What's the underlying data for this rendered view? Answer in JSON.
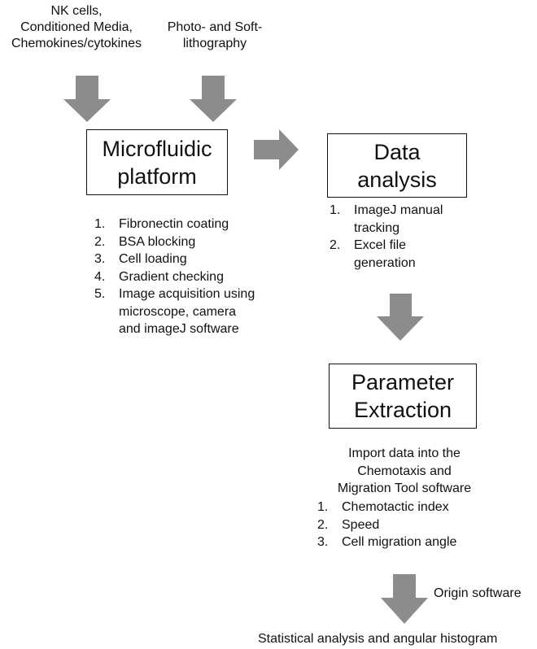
{
  "inputs": {
    "left_lines": [
      "NK cells,",
      "Conditioned Media,",
      "Chemokines/cytokines"
    ],
    "right_lines": [
      "Photo- and Soft-",
      "lithography"
    ]
  },
  "boxes": {
    "microfluidic": [
      "Microfluidic",
      "platform"
    ],
    "data_analysis": [
      "Data",
      "analysis"
    ],
    "parameter": [
      "Parameter",
      "Extraction"
    ]
  },
  "microfluidic_steps": [
    {
      "num": "1.",
      "lines": [
        "Fibronectin coating"
      ]
    },
    {
      "num": "2.",
      "lines": [
        "BSA blocking"
      ]
    },
    {
      "num": "3.",
      "lines": [
        "Cell loading"
      ]
    },
    {
      "num": "4.",
      "lines": [
        "Gradient checking"
      ]
    },
    {
      "num": "5.",
      "lines": [
        "Image acquisition using",
        "microscope, camera",
        "and imageJ software"
      ]
    }
  ],
  "analysis_steps": [
    {
      "num": "1.",
      "lines": [
        "ImageJ manual",
        "tracking"
      ]
    },
    {
      "num": "2.",
      "lines": [
        "Excel file",
        "generation"
      ]
    }
  ],
  "parameter_intro": [
    "Import data into the",
    "Chemotaxis and",
    "Migration Tool software"
  ],
  "parameter_steps": [
    {
      "num": "1.",
      "lines": [
        "Chemotactic index"
      ]
    },
    {
      "num": "2.",
      "lines": [
        "Speed"
      ]
    },
    {
      "num": "3.",
      "lines": [
        "Cell migration angle"
      ]
    }
  ],
  "origin_label": "Origin software",
  "final_output": "Statistical analysis and angular histogram",
  "colors": {
    "arrow": "#8c8c8c",
    "text": "#111111",
    "box_border": "#111111"
  }
}
